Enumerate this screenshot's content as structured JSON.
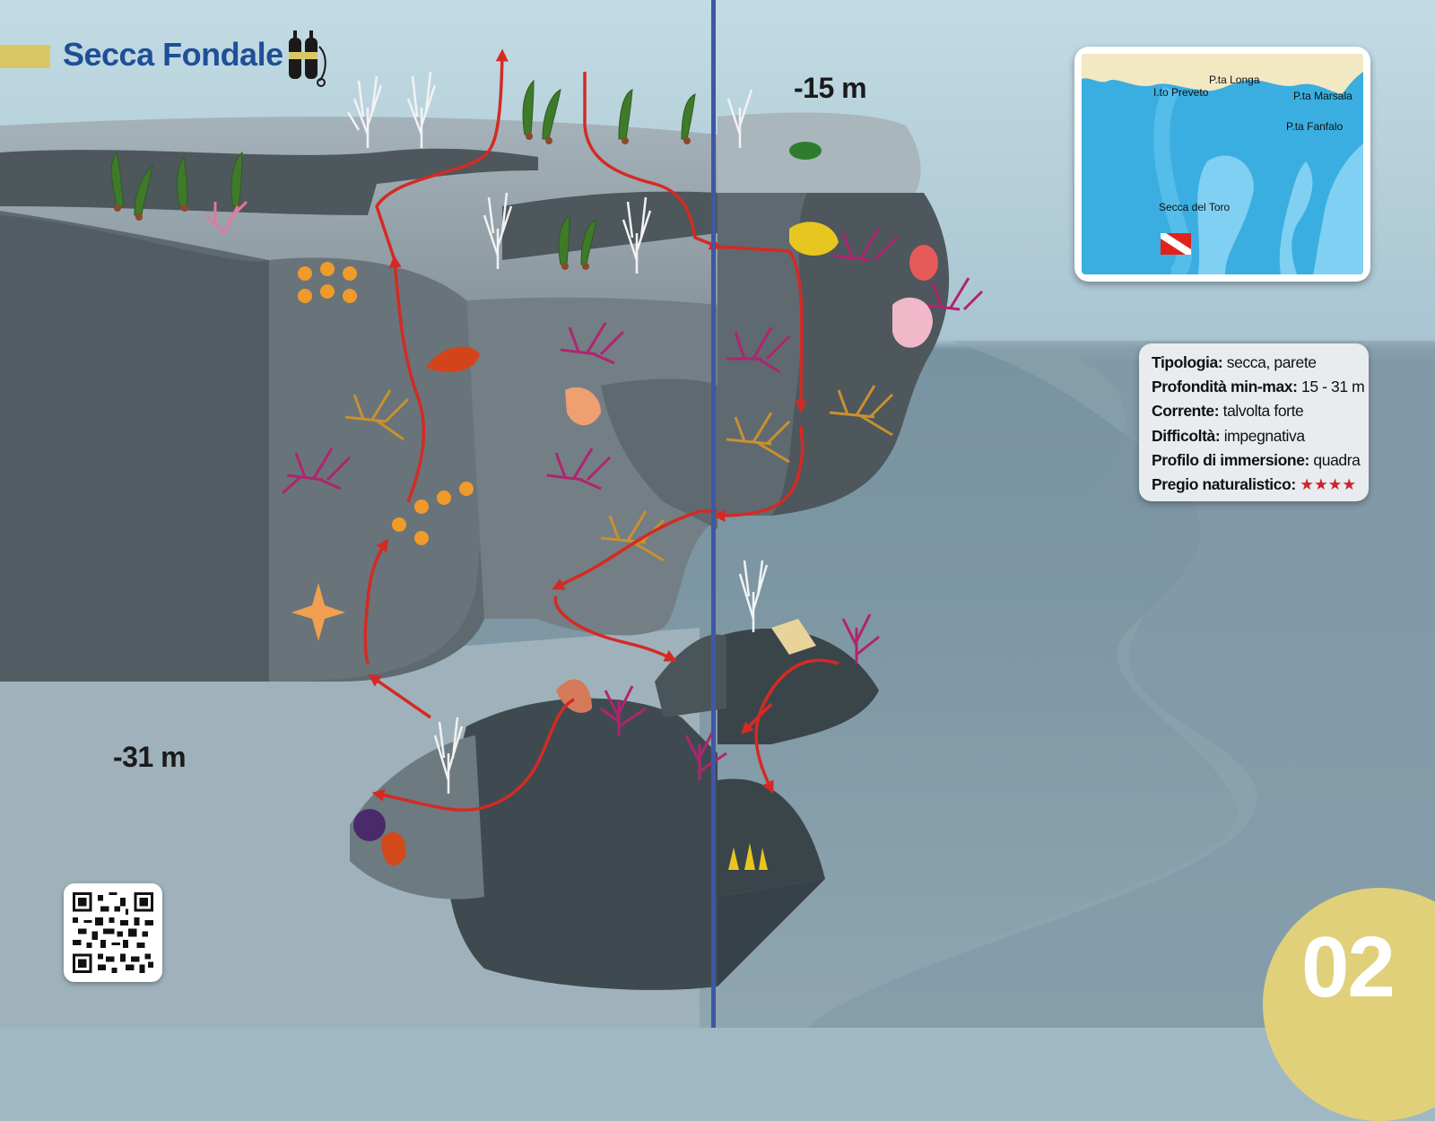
{
  "page": {
    "title": "Secca Fondale",
    "page_number": "02",
    "colors": {
      "title_blue": "#1f4f96",
      "accent_yellow": "#d9c766",
      "route_red": "#d42a24",
      "spine_blue": "#3e57a6"
    }
  },
  "depths": {
    "top": "-15 m",
    "bottom": "-31 m"
  },
  "map": {
    "labels": {
      "preveto": "I.to Preveto",
      "longa": "P.ta Longa",
      "marsala": "P.ta Marsala",
      "fanfalo": "P.ta Fanfalo",
      "toro": "Secca del Toro"
    },
    "marker_icon": "dive-flag-icon"
  },
  "info": {
    "tipologia_label": "Tipologia:",
    "tipologia_value": "secca, parete",
    "profondita_label": "Profondità min-max:",
    "profondita_value": "15 - 31 m",
    "corrente_label": "Corrente:",
    "corrente_value": "talvolta forte",
    "difficolta_label": "Difficoltà:",
    "difficolta_value": "impegnativa",
    "profilo_label": "Profilo di immersione:",
    "profilo_value": "quadra",
    "pregio_label": "Pregio naturalistico:",
    "pregio_value": "★★★★",
    "pregio_rating": 4
  },
  "icons": {
    "tank": "scuba-tank-icon",
    "qr": "qr-code-icon"
  }
}
